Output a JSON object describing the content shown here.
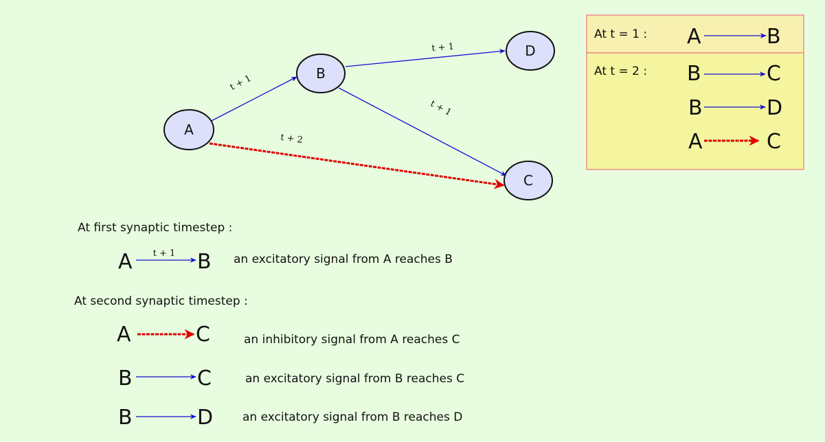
{
  "graph": {
    "nodes": [
      {
        "id": "A",
        "label": "A"
      },
      {
        "id": "B",
        "label": "B"
      },
      {
        "id": "C",
        "label": "C"
      },
      {
        "id": "D",
        "label": "D"
      }
    ],
    "edges": [
      {
        "from": "A",
        "to": "B",
        "label": "t + 1",
        "kind": "excitatory"
      },
      {
        "from": "B",
        "to": "D",
        "label": "t + 1",
        "kind": "excitatory"
      },
      {
        "from": "B",
        "to": "C",
        "label": "t + 1",
        "kind": "excitatory"
      },
      {
        "from": "A",
        "to": "C",
        "label": "t + 2",
        "kind": "inhibitory"
      }
    ]
  },
  "timeline_box": {
    "t1": {
      "label": "At t = 1 :",
      "transitions": [
        {
          "from": "A",
          "to": "B",
          "kind": "excitatory"
        }
      ]
    },
    "t2": {
      "label": "At t = 2 :",
      "transitions": [
        {
          "from": "B",
          "to": "C",
          "kind": "excitatory"
        },
        {
          "from": "B",
          "to": "D",
          "kind": "excitatory"
        },
        {
          "from": "A",
          "to": "C",
          "kind": "inhibitory"
        }
      ]
    }
  },
  "explanation": {
    "first": {
      "heading": "At first synaptic timestep :",
      "rows": [
        {
          "from": "A",
          "to": "B",
          "arrow_label": "t + 1",
          "kind": "excitatory",
          "text": "an excitatory signal from A reaches B"
        }
      ]
    },
    "second": {
      "heading": "At second synaptic timestep :",
      "rows": [
        {
          "from": "A",
          "to": "C",
          "kind": "inhibitory",
          "text": "an inhibitory signal from A reaches C"
        },
        {
          "from": "B",
          "to": "C",
          "kind": "excitatory",
          "text": "an excitatory signal from B reaches C"
        },
        {
          "from": "B",
          "to": "D",
          "kind": "excitatory",
          "text": "an excitatory signal from B reaches D"
        }
      ]
    }
  },
  "colors": {
    "background": "#e8fde0",
    "node_fill": "#dde0fa",
    "node_stroke": "#111111",
    "excitatory": "#1010d0",
    "inhibitory": "#e00000",
    "box_t1_fill": "#f8f0b0",
    "box_t2_fill": "#f5f5a0",
    "box_border": "#f08080"
  }
}
